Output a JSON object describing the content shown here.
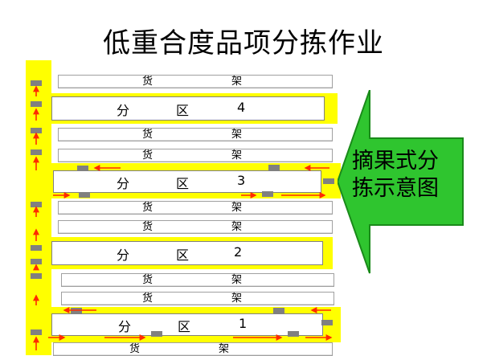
{
  "title": "低重合度品项分拣作业",
  "shelf": {
    "label_left": "货",
    "label_right": "架"
  },
  "zones": [
    {
      "name": "分",
      "middle": "区",
      "number": "4"
    },
    {
      "name": "分",
      "middle": "区",
      "number": "3"
    },
    {
      "name": "分",
      "middle": "区",
      "number": "2"
    },
    {
      "name": "分",
      "middle": "区",
      "number": "1"
    }
  ],
  "arrow_label": {
    "line1": "摘果式分",
    "line2": "拣示意图"
  },
  "colors": {
    "aisle": "#ffff00",
    "arrow_fill": "#2fc52f",
    "arrow_stroke": "#1a8a1a",
    "path": "#ff2a00",
    "stop": "#808080"
  }
}
